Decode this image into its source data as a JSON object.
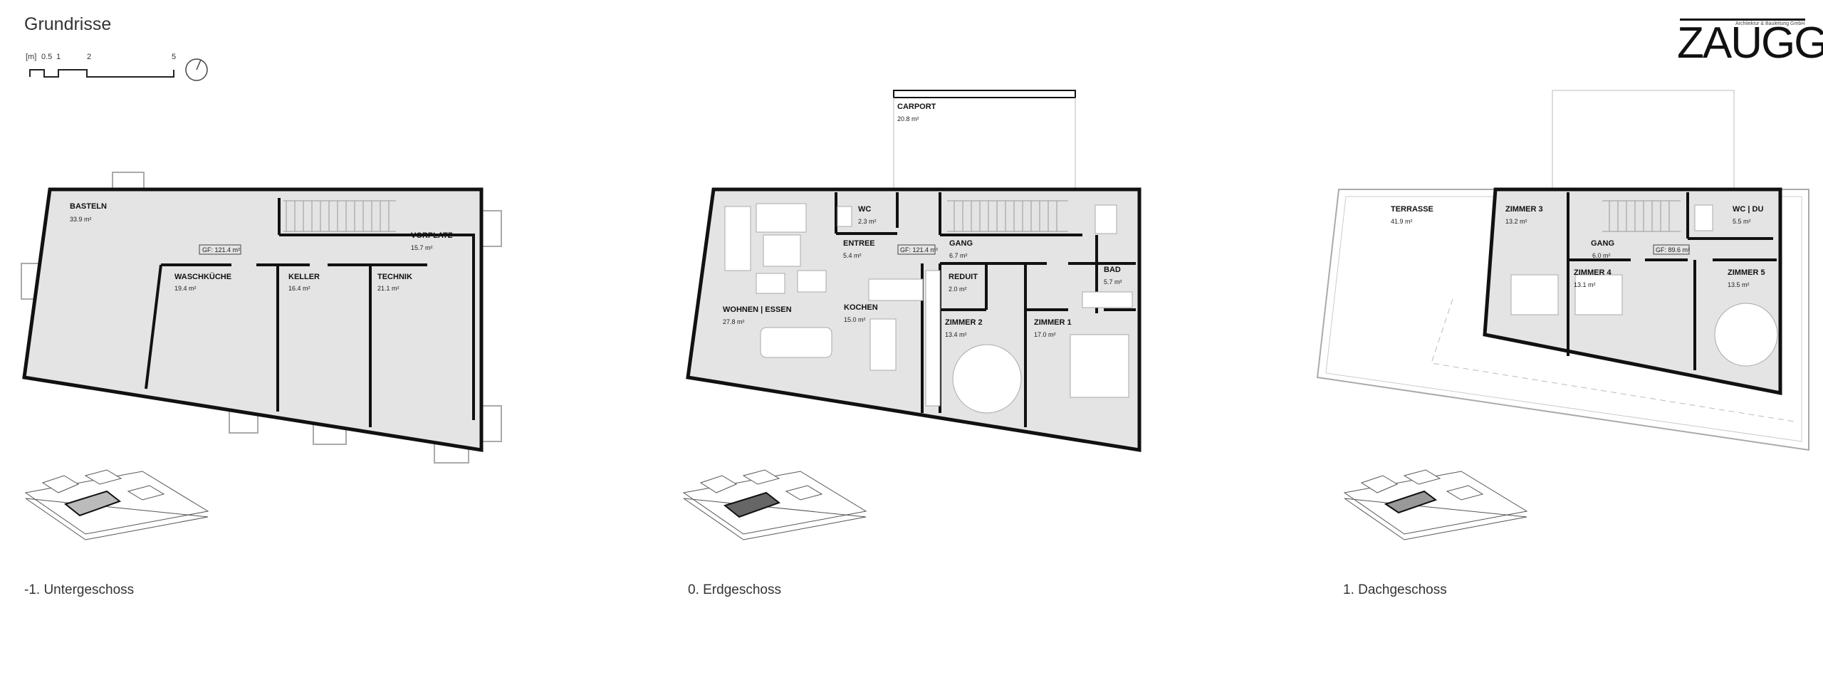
{
  "page_title": "Grundrisse",
  "scale": {
    "unit": "[m]",
    "ticks": [
      "0.5",
      "1",
      "2",
      "5"
    ]
  },
  "logo": {
    "word": "ZAUGG",
    "subtitle": "Architektur & Bauleitung GmbH"
  },
  "floors": [
    {
      "caption": "-1. Untergeschoss",
      "gf": "GF: 121.4 m²",
      "rooms": [
        {
          "name": "BASTELN",
          "area": "33.9 m²"
        },
        {
          "name": "WASCHKÜCHE",
          "area": "19.4 m²"
        },
        {
          "name": "KELLER",
          "area": "16.4 m²"
        },
        {
          "name": "TECHNIK",
          "area": "21.1 m²"
        },
        {
          "name": "VORPLATZ",
          "area": "15.7 m²"
        }
      ]
    },
    {
      "caption": "0. Erdgeschoss",
      "gf": "GF: 121.4 m²",
      "rooms": [
        {
          "name": "CARPORT",
          "area": "20.8 m²"
        },
        {
          "name": "WC",
          "area": "2.3 m²"
        },
        {
          "name": "ENTREE",
          "area": "5.4 m²"
        },
        {
          "name": "GANG",
          "area": "6.7 m²"
        },
        {
          "name": "BAD",
          "area": "5.7 m²"
        },
        {
          "name": "REDUIT",
          "area": "2.0 m²"
        },
        {
          "name": "WOHNEN | ESSEN",
          "area": "27.8 m²"
        },
        {
          "name": "KOCHEN",
          "area": "15.0 m²"
        },
        {
          "name": "ZIMMER 2",
          "area": "13.4 m²"
        },
        {
          "name": "ZIMMER 1",
          "area": "17.0 m²"
        }
      ]
    },
    {
      "caption": "1. Dachgeschoss",
      "gf": "GF: 89.6 m²",
      "rooms": [
        {
          "name": "TERRASSE",
          "area": "41.9 m²"
        },
        {
          "name": "ZIMMER 3",
          "area": "13.2 m²"
        },
        {
          "name": "GANG",
          "area": "6.0 m²"
        },
        {
          "name": "WC | DU",
          "area": "5.5 m²"
        },
        {
          "name": "ZIMMER 4",
          "area": "13.1 m²"
        },
        {
          "name": "ZIMMER 5",
          "area": "13.5 m²"
        }
      ]
    }
  ]
}
